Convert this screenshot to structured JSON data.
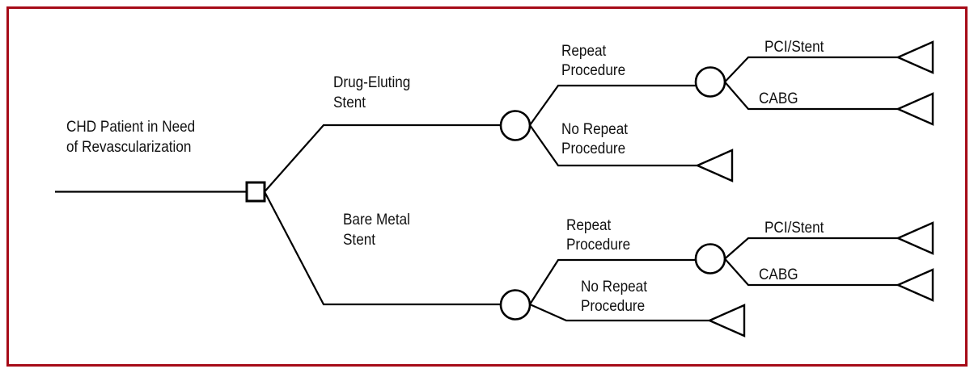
{
  "figure": {
    "type": "decision-tree",
    "border_color": "#a60a17",
    "line_color": "#000000",
    "background": "#ffffff"
  },
  "root": {
    "label_line1": "CHD Patient in Need",
    "label_line2": "of Revascularization",
    "node_type": "decision-square"
  },
  "branches": {
    "upper": {
      "label_line1": "Drug-Eluting",
      "label_line2": "Stent",
      "sub": {
        "repeat": {
          "label_line1": "Repeat",
          "label_line2": "Procedure",
          "outcomes": {
            "first": "PCI/Stent",
            "second": "CABG"
          }
        },
        "no_repeat": {
          "label_line1": "No Repeat",
          "label_line2": "Procedure"
        }
      }
    },
    "lower": {
      "label_line1": "Bare Metal",
      "label_line2": "Stent",
      "sub": {
        "repeat": {
          "label_line1": "Repeat",
          "label_line2": "Procedure",
          "outcomes": {
            "first": "PCI/Stent",
            "second": "CABG"
          }
        },
        "no_repeat": {
          "label_line1": "No Repeat",
          "label_line2": "Procedure"
        }
      }
    }
  }
}
